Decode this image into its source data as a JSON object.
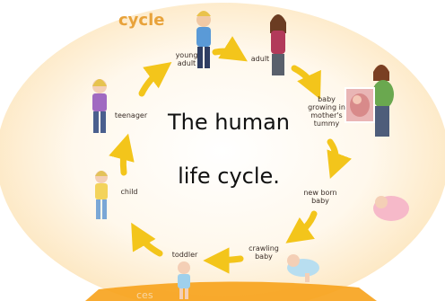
{
  "diagram": {
    "title_fragment": "cycle",
    "center_line1": "The human",
    "center_line2": "life cycle.",
    "footer_fragment": "ces",
    "stages": [
      {
        "id": "young_adult",
        "label": "young\nadult"
      },
      {
        "id": "adult",
        "label": "adult"
      },
      {
        "id": "baby_in_tummy",
        "label": "baby\ngrowing in\nmother's\ntummy"
      },
      {
        "id": "new_born",
        "label": "new born\nbaby"
      },
      {
        "id": "crawling",
        "label": "crawling\nbaby"
      },
      {
        "id": "toddler",
        "label": "toddler"
      },
      {
        "id": "child",
        "label": "child"
      },
      {
        "id": "teenager",
        "label": "teenager"
      }
    ],
    "colors": {
      "background_oval": "#fff3de",
      "oval_edge": "#f2c98a",
      "arrow": "#f3c51b",
      "arrow_shadow": "#d6a90f",
      "footer_band": "#f7a21b"
    }
  }
}
